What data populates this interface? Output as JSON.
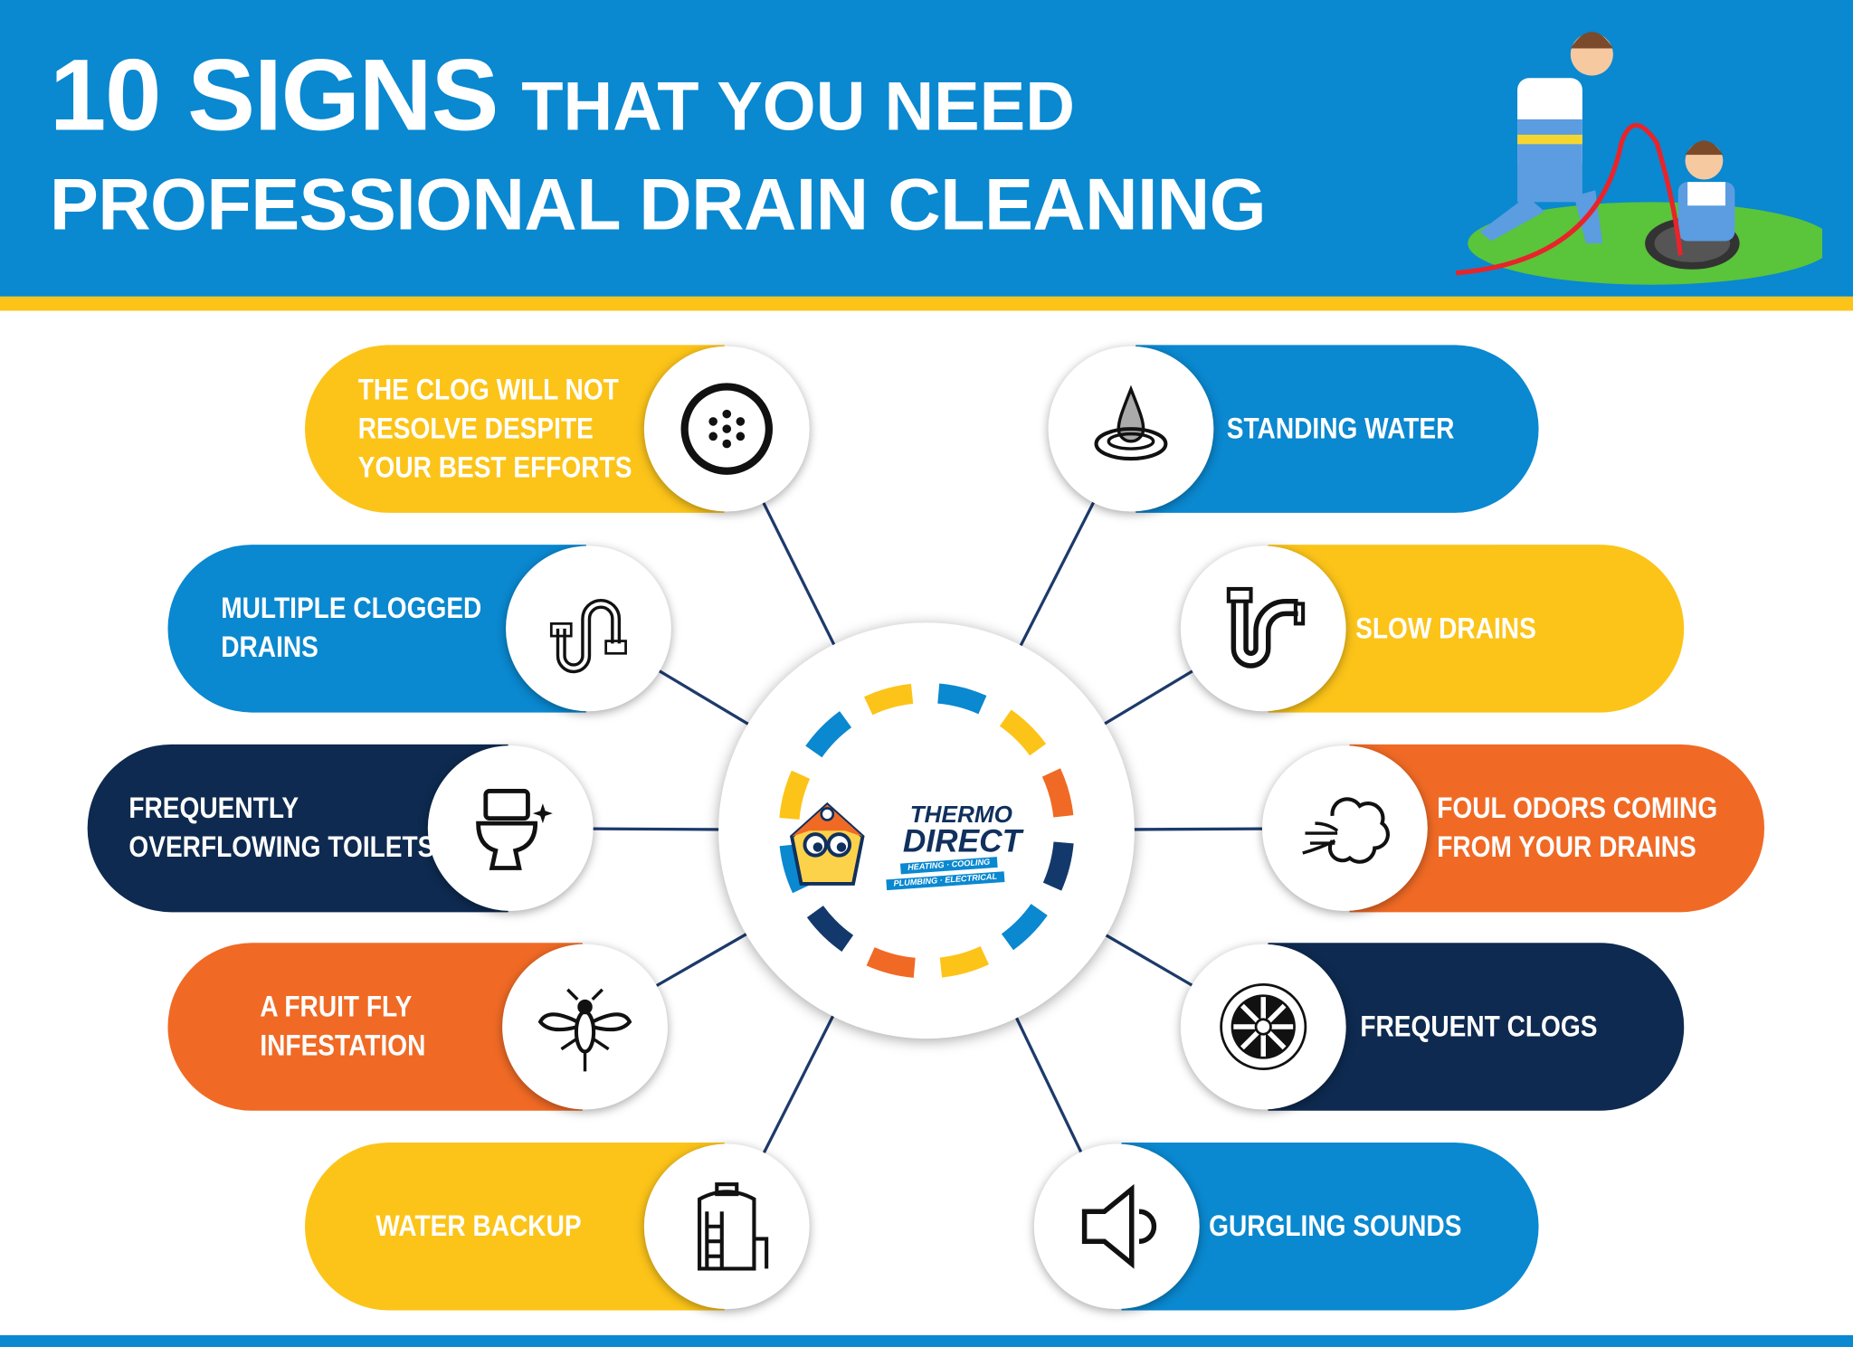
{
  "title": {
    "line1_big": "10 SIGNS",
    "line1_small": "THAT YOU NEED",
    "line2": "PROFESSIONAL DRAIN CLEANING"
  },
  "colors": {
    "blue": "#0a88d0",
    "yellow": "#fcc419",
    "orange": "#f06a25",
    "navy": "#0e2a50"
  },
  "logo": {
    "name_top": "THERMO",
    "name_bottom": "DIRECT",
    "tag1": "HEATING · COOLING",
    "tag2": "PLUMBING · ELECTRICAL"
  },
  "signs": [
    {
      "label": "THE CLOG WILL NOT\nRESOLVE DESPITE\nYOUR BEST EFFORTS",
      "icon": "drain-strainer-icon",
      "color": "yellow"
    },
    {
      "label": "STANDING WATER",
      "icon": "water-drop-icon",
      "color": "blue"
    },
    {
      "label": "MULTIPLE CLOGGED\nDRAINS",
      "icon": "pipe-trap-icon",
      "color": "blue"
    },
    {
      "label": "SLOW DRAINS",
      "icon": "sink-pipe-icon",
      "color": "yellow"
    },
    {
      "label": "FREQUENTLY\nOVERFLOWING TOILETS",
      "icon": "toilet-icon",
      "color": "navy"
    },
    {
      "label": "FOUL ODORS COMING\nFROM YOUR DRAINS",
      "icon": "odor-cloud-icon",
      "color": "orange"
    },
    {
      "label": "A FRUIT FLY\nINFESTATION",
      "icon": "fly-icon",
      "color": "orange"
    },
    {
      "label": "FREQUENT CLOGS",
      "icon": "floor-drain-icon",
      "color": "navy"
    },
    {
      "label": "WATER BACKUP",
      "icon": "water-tank-icon",
      "color": "yellow"
    },
    {
      "label": "GURGLING SOUNDS",
      "icon": "speaker-icon",
      "color": "blue"
    }
  ]
}
